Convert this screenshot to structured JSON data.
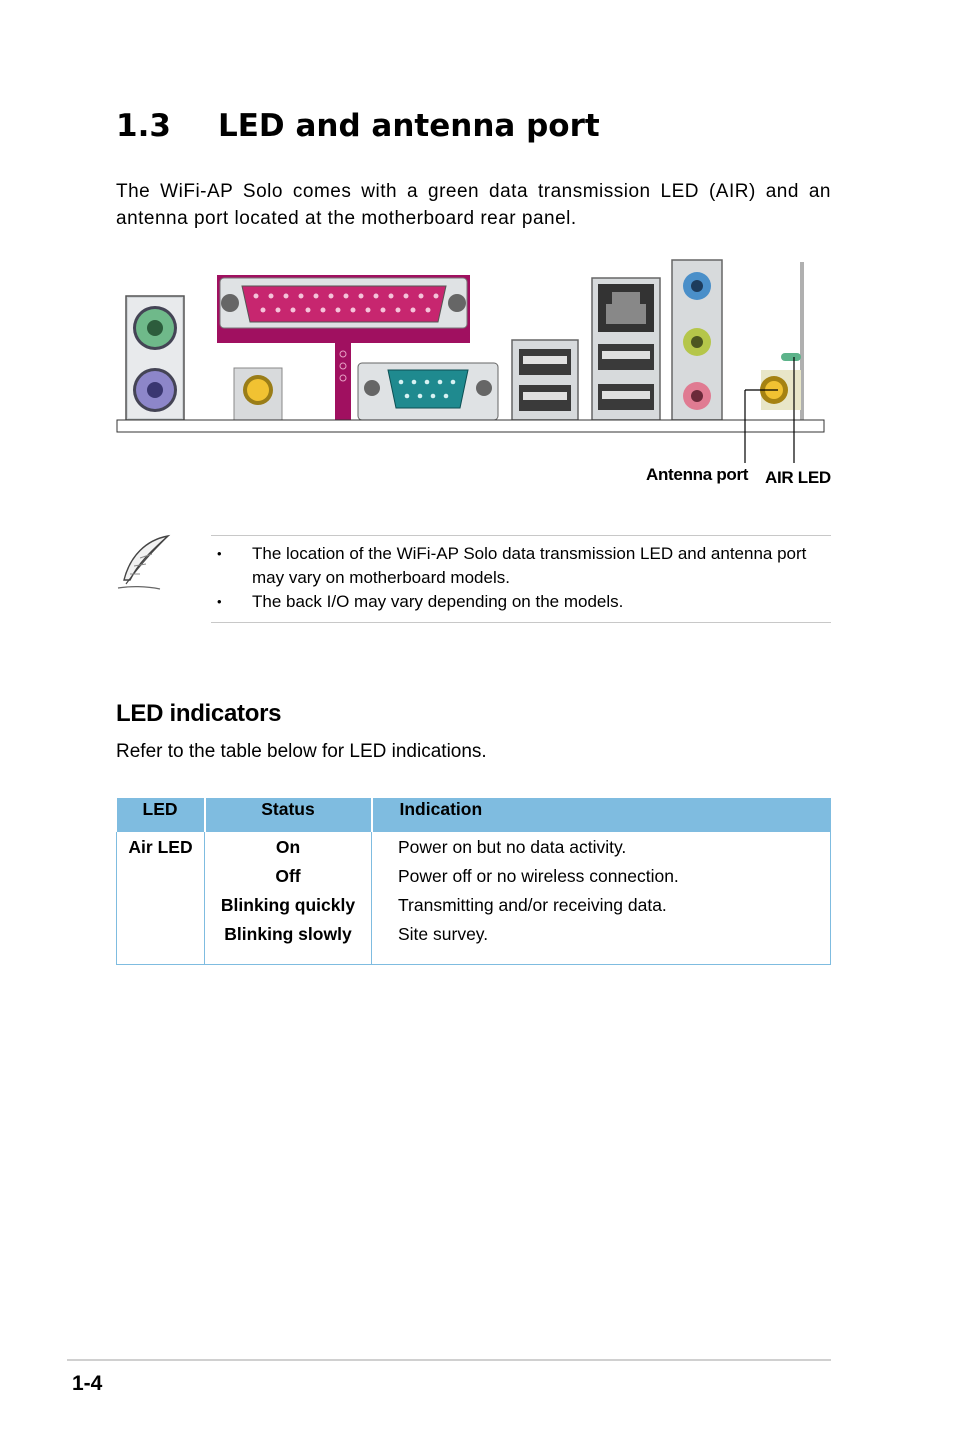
{
  "section": {
    "number": "1.3",
    "title": "LED and antenna port"
  },
  "intro": "The WiFi-AP Solo comes with a green data transmission LED (AIR) and an antenna port located at the motherboard rear panel.",
  "diagram": {
    "callouts": {
      "antenna": "Antenna port",
      "air_led": "AIR LED"
    }
  },
  "note": {
    "icon": "feather-icon",
    "items": [
      "The location of the WiFi-AP Solo data transmission LED and antenna port may vary on motherboard models.",
      "The back I/O may vary depending on the models."
    ]
  },
  "led_indicators": {
    "heading": "LED indicators",
    "intro": "Refer to the table below for LED indications.",
    "columns": [
      "LED",
      "Status",
      "Indication"
    ],
    "row": {
      "led": "Air LED",
      "statuses": [
        "On",
        "Off",
        "Blinking quickly",
        "Blinking slowly"
      ],
      "indications": [
        "Power on but no data activity.",
        "Power off or no wireless connection.",
        "Transmitting and/or receiving data.",
        "Site survey."
      ]
    },
    "header_color": "#7fbce0"
  },
  "page_number": "1-4"
}
